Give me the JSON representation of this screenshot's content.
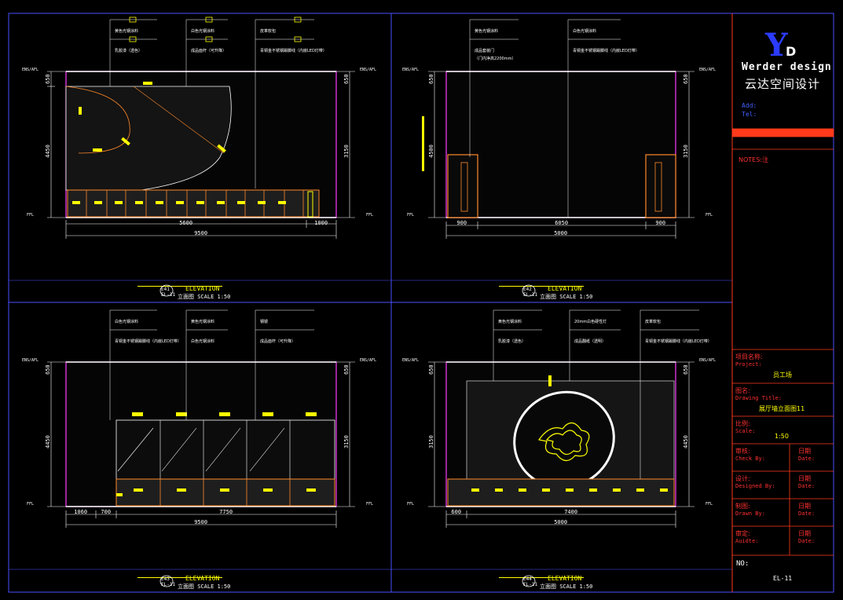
{
  "title_block": {
    "logo_letters": [
      "Y",
      "D"
    ],
    "brand_en": "Werder design",
    "brand_cn": "云达空间设计",
    "address": "Add:",
    "tel": "Tel:",
    "notes": "NOTES:注",
    "project_label": "项目名称:",
    "project_label_en": "Project:",
    "project_value": "员工场",
    "drawing_title_label": "图名:",
    "drawing_title_label_en": "Drawing Title:",
    "drawing_title_value": "展厅墙立面图11",
    "scale_label": "比例:",
    "scale_label_en": "Scale:",
    "scale_value": "1:50",
    "checked_label": "审核:",
    "checked_label_en": "Check By:",
    "designed_label": "设计:",
    "designed_label_en": "Designed By:",
    "drawn_label": "制图:",
    "drawn_label_en": "Drawn By:",
    "audit_label": "审定:",
    "audit_label_en": "Auidte:",
    "date_label": "日期",
    "date_label_en": "Date:",
    "no_label": "NO:",
    "no_value": "EL-11"
  },
  "elevations": [
    {
      "id": "E41",
      "sheet_ref": "EL-11",
      "title": "ELEVATION",
      "subtitle": "立面图  SCALE 1:50",
      "height_label": "4450",
      "height_label_alt": "3150",
      "top_dim": "650",
      "dims_bottom": [
        "5600",
        "1000"
      ],
      "overall": "9500",
      "level_top": "ENS/AFL",
      "level_bottom": "FFL",
      "callouts": [
        "黄色光钢涂料",
        "白色光钢涂料",
        "皮革软包",
        "乳胶漆（透色）",
        "成品面杆（可升降）",
        "青铜金不锈钢踢脚线（内嵌LED灯带）"
      ]
    },
    {
      "id": "E42",
      "sheet_ref": "EL-11",
      "title": "ELEVATION",
      "subtitle": "立面图  SCALE 1:50",
      "height_label": "4500",
      "height_label_alt": "3150",
      "top_dim": "650",
      "dims_bottom": [
        "900",
        "6050",
        "900"
      ],
      "overall": "5000",
      "level_top": "ENS/AFL",
      "level_bottom": "FFL",
      "callouts": [
        "黄色光钢涂料",
        "白色光钢涂料",
        "成品套装门",
        "（门内净高2200mm）",
        "青铜金不锈钢踢脚线（内嵌LED灯带）"
      ]
    },
    {
      "id": "E43",
      "sheet_ref": "EL-11",
      "title": "ELEVATION",
      "subtitle": "立面图  SCALE 1:50",
      "height_label": "4450",
      "height_label_alt": "3150",
      "top_dim": "650",
      "dims_bottom": [
        "1060",
        "700",
        "7750"
      ],
      "overall": "9500",
      "level_top": "ENS/AFL",
      "level_bottom": "FFL",
      "callouts": [
        "白色光钢涂料",
        "黄色光钢涂料",
        "钢镜",
        "青铜金不锈钢踢脚线（内嵌LED灯带）",
        "白色光钢涂料",
        "成品面杆（可升降）"
      ]
    },
    {
      "id": "E44",
      "sheet_ref": "EL-11",
      "title": "ELEVATION",
      "subtitle": "立面图  SCALE 1:50",
      "height_label": "3150",
      "height_label_alt": "4450",
      "top_dim": "650",
      "dims_bottom": [
        "600",
        "7400"
      ],
      "overall": "5000",
      "level_top": "ENS/AFL",
      "level_bottom": "FFL",
      "callouts": [
        "黄色光钢涂料",
        "20mm白色硬性灯",
        "皮革软包",
        "乳胶漆（透色）",
        "成品翻纸（透明）",
        "青铜金不锈钢踢脚线（内嵌LED灯带）"
      ]
    }
  ],
  "colors": {
    "frame": "#4a50ff",
    "wall": "#ff3cff",
    "dim": "#ffffff",
    "accent": "#ffff00",
    "wood": "#ff8a2a",
    "titlebar": "#ff3a1a",
    "text_red": "#ff3030"
  }
}
